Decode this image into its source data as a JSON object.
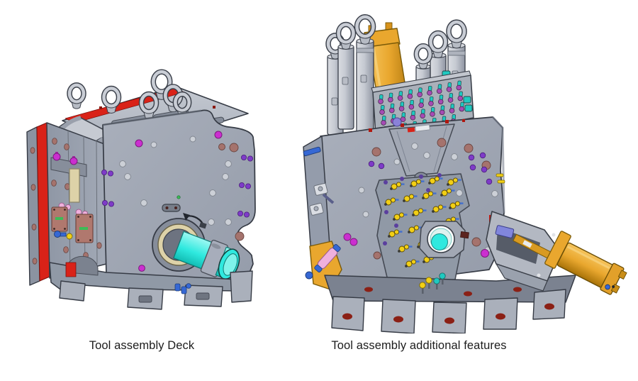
{
  "page": {
    "background": "#ffffff"
  },
  "figures": [
    {
      "id": "deck",
      "caption": "Tool assembly Deck"
    },
    {
      "id": "features",
      "caption": "Tool assembly additional features"
    }
  ],
  "colors": {
    "page": "#ffffff",
    "red": "#d92218",
    "dark_red": "#8b2015",
    "magenta": "#cb2fd0",
    "purple": "#7e3bc8",
    "brown": "#a5736d",
    "beige": "#ddd2a8",
    "cyan": "#2fe9df",
    "gold": "#e9a72e",
    "teal_fitting": "#1fc9c0",
    "violet_fitting": "#a64bb4",
    "yellow": "#f2cf16",
    "pink": "#efb0dd",
    "blue": "#3668d4",
    "green": "#3dbb57",
    "body_gray": "#9ba2af",
    "body_gray_light": "#bfc4cd",
    "body_gray_dark": "#7e8593",
    "outline": "#363b45",
    "white_ring": "#fdfdfd"
  }
}
